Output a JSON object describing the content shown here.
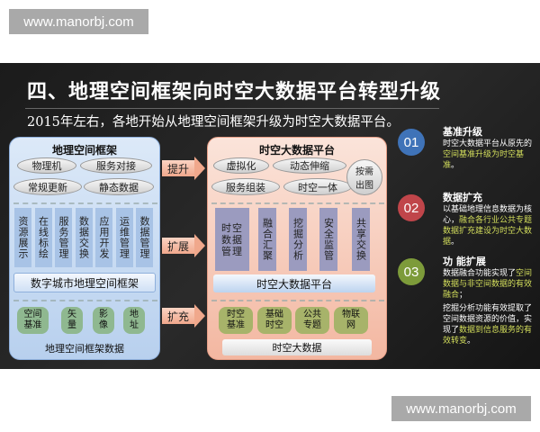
{
  "watermark": "www.manorbj.com",
  "slide": {
    "title": "四、地理空间框架向时空大数据平台转型升级",
    "subtitle": "2015年左右，各地开始从地理空间框架升级为时空大数据平台。",
    "left_panel": {
      "title": "地理空间框架",
      "pills": [
        "物理机",
        "服务对接",
        "常规更新",
        "静态数据"
      ],
      "columns": [
        "资源展示",
        "在线标绘",
        "服务管理",
        "数据交换",
        "应用开发",
        "运维管理",
        "数据管理"
      ],
      "bar": "数字城市地理空间框架",
      "data_items": [
        "空间基准",
        "矢量",
        "影像",
        "地址"
      ],
      "footer": "地理空间框架数据"
    },
    "arrows": [
      "提升",
      "扩展",
      "扩充"
    ],
    "middle_panel": {
      "title": "时空大数据平台",
      "pills": [
        "虚拟化",
        "动态伸缩",
        "服务组装",
        "时空一体",
        "按需出图"
      ],
      "columns": [
        "时空数据管理",
        "融合汇聚",
        "挖掘分析",
        "安全监管",
        "共享交换"
      ],
      "bar": "时空大数据平台",
      "data_items": [
        "时空基准",
        "基础时空",
        "公共专题",
        "物联网"
      ],
      "footer": "时空大数据"
    },
    "points": [
      {
        "num": "01",
        "color": "#3f73b8",
        "title": "基准升级",
        "text": "时空大数据平台从原先的",
        "hl": "空间基准升级为时空基准",
        "tail": "。"
      },
      {
        "num": "02",
        "color": "#c0454a",
        "title": "数据扩充",
        "text": "以基础地理信息数据为核心，",
        "hl": "融合各行业公共专题数据扩充建设为时空大数据",
        "tail": "。"
      },
      {
        "num": "03",
        "color": "#7d9b3a",
        "title": "功 能扩展",
        "text": "数据融合功能实现了",
        "hl": "空间数据与非空间数据的有效融合",
        "tail": "；",
        "text2": "挖掘分析功能有效提取了空间数据资源的价值，实现了",
        "hl2": "数据到信息服务的有效转变",
        "tail2": "。"
      }
    ],
    "highlight_color": "#d4df5c"
  }
}
